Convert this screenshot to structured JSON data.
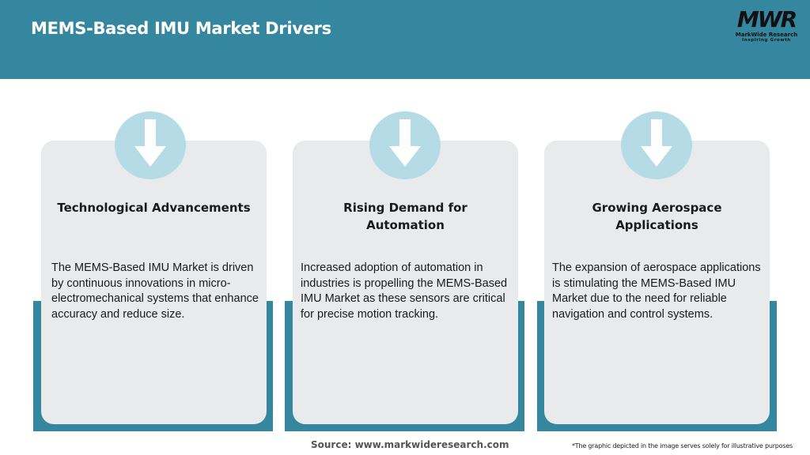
{
  "header": {
    "title": "MEMS-Based IMU Market Drivers",
    "logo": {
      "mark": "MWR",
      "name": "MarkWide Research",
      "tagline": "Inspiring Growth"
    },
    "background_color": "#34879f"
  },
  "cards": [
    {
      "icon": "arrow-down-icon",
      "title": "Technological Advancements",
      "body": "The MEMS-Based IMU Market is driven by continuous innovations in micro-electromechanical systems that enhance accuracy and reduce size."
    },
    {
      "icon": "arrow-down-icon",
      "title": "Rising Demand for Automation",
      "body": "Increased adoption of automation in industries is propelling the MEMS-Based IMU Market as these sensors are critical for precise motion tracking."
    },
    {
      "icon": "arrow-down-icon",
      "title": "Growing Aerospace Applications",
      "body": "The expansion of aerospace applications is stimulating the MEMS-Based IMU Market due to the need for reliable navigation and control systems."
    }
  ],
  "colors": {
    "accent": "#34879f",
    "card_bg": "#e8eaeb",
    "icon_circle": "#b5dce6"
  },
  "footer": {
    "source": "Source: www.markwideresearch.com",
    "disclaimer": "*The graphic depicted in the image serves solely for illustrative purposes"
  }
}
